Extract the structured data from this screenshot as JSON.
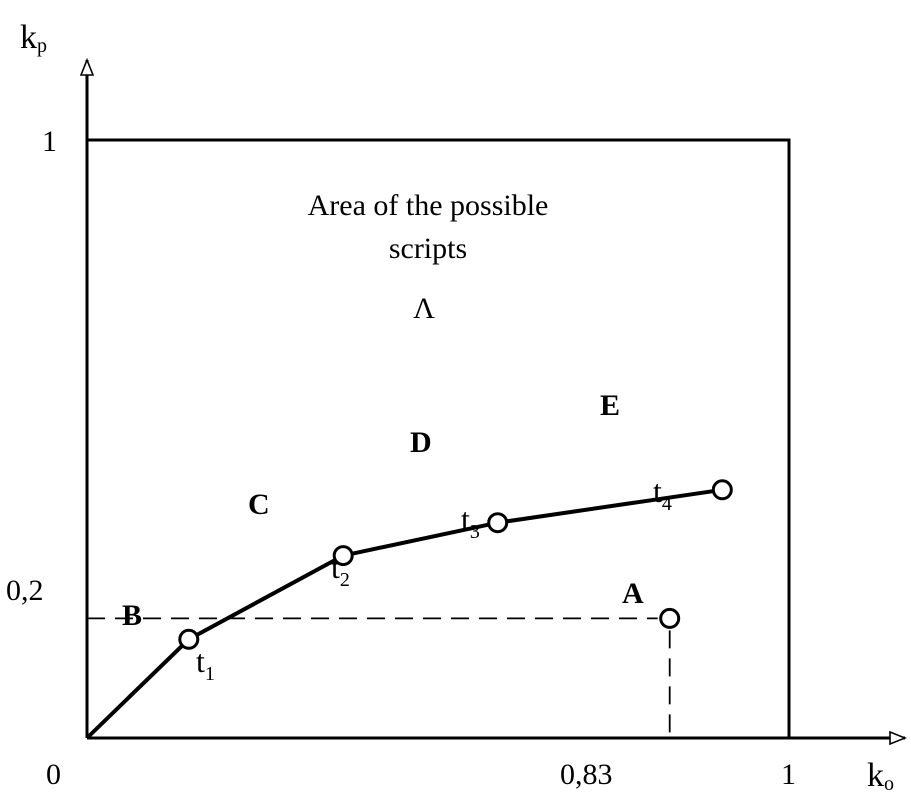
{
  "axes": {
    "y_label_main": "k",
    "y_label_sub": "p",
    "x_label_main": "k",
    "x_label_sub": "o",
    "origin_label": "0",
    "y_tick_1": "1",
    "y_tick_02": "0,2",
    "x_tick_083": "0,83",
    "x_tick_1": "1"
  },
  "region": {
    "line1": "Area of the possible",
    "line2": "scripts",
    "symbol": "Λ"
  },
  "points": {
    "A": {
      "label": "A",
      "k0": 0.83,
      "kp": 0.2
    },
    "B": {
      "label": "B",
      "time_main": "t",
      "time_sub": "1",
      "k0": 0.145,
      "kp": 0.165
    },
    "C": {
      "label": "C",
      "time_main": "t",
      "time_sub": "2",
      "k0": 0.365,
      "kp": 0.305
    },
    "D": {
      "label": "D",
      "time_main": "t",
      "time_sub": "3",
      "k0": 0.585,
      "kp": 0.36
    },
    "E": {
      "label": "E",
      "time_main": "t",
      "time_sub": "4",
      "k0": 0.905,
      "kp": 0.415
    }
  }
}
